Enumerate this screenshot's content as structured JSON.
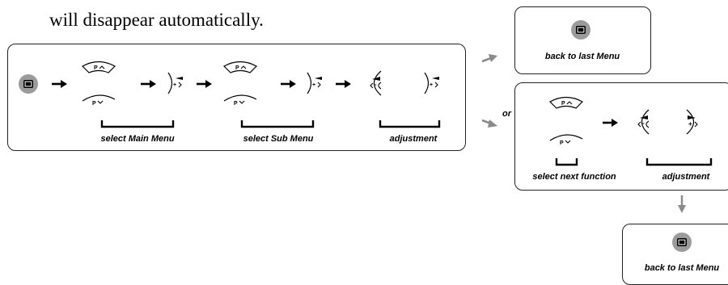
{
  "intro_text": "will disappear automatically.",
  "main_flow": {
    "labels": {
      "select_main_menu": "select Main Menu",
      "select_sub_menu": "select Sub Menu",
      "adjustment": "adjustment"
    }
  },
  "branch_back": {
    "label": "back to last Menu"
  },
  "connector": "or",
  "branch_next": {
    "labels": {
      "select_next_function": "select next function",
      "adjustment": "adjustment"
    }
  },
  "bottom_back": {
    "label": "back to last Menu"
  },
  "button_glyphs": {
    "prog_up": "P ^",
    "prog_down": "P v",
    "vol_minus": "<-",
    "vol_plus": "+>"
  },
  "icons": [
    "tv-menu-button-icon",
    "program-up-key-icon",
    "program-down-key-icon",
    "volume-plus-key-icon",
    "volume-minus-key-icon",
    "arrow-right-icon",
    "arrow-down-icon"
  ],
  "colors": {
    "tv_button_fill": "#9b9b9b",
    "gray_arrow": "#8a8a8a"
  }
}
